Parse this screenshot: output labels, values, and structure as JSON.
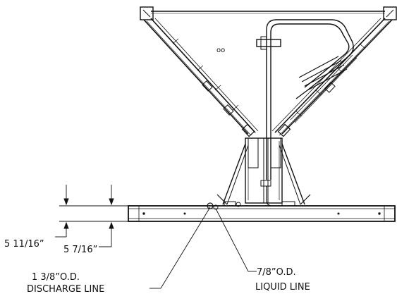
{
  "marks": {
    "frame_mark": "oo"
  },
  "dimensions": {
    "outer": "5 11/16”",
    "inner": "5 7/16”"
  },
  "callouts": {
    "discharge_size": "1 3/8”O.D.",
    "discharge_label": "DISCHARGE LINE",
    "liquid_size": "7/8”O.D.",
    "liquid_label": "LIQUID LINE"
  },
  "colors": {
    "line": "#111111",
    "background": "#ffffff"
  }
}
